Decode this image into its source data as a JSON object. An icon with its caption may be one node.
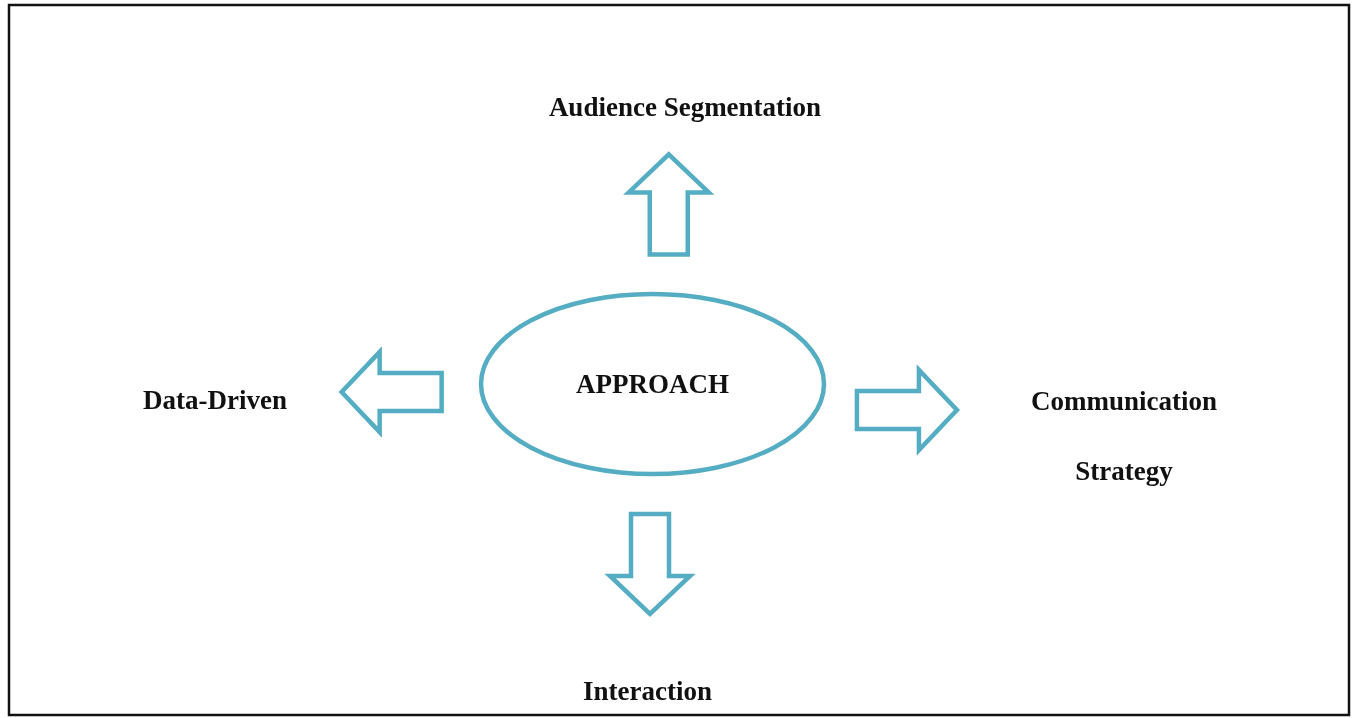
{
  "diagram": {
    "nodes": [
      {
        "text": [
          "APPROACH"
        ]
      },
      {
        "text": [
          "Audience Segmentation"
        ]
      },
      {
        "text": [
          "Data-Driven"
        ]
      },
      {
        "text": [
          "Communication Strategy"
        ]
      },
      {
        "text": [
          "Interaction"
        ]
      }
    ],
    "edges": [
      {
        "from": 0,
        "to": 1,
        "arrow": "to"
      },
      {
        "from": 0,
        "to": 2,
        "arrow": "to"
      },
      {
        "from": 0,
        "to": 3,
        "arrow": "to"
      },
      {
        "from": 0,
        "to": 4,
        "arrow": "to"
      }
    ]
  }
}
